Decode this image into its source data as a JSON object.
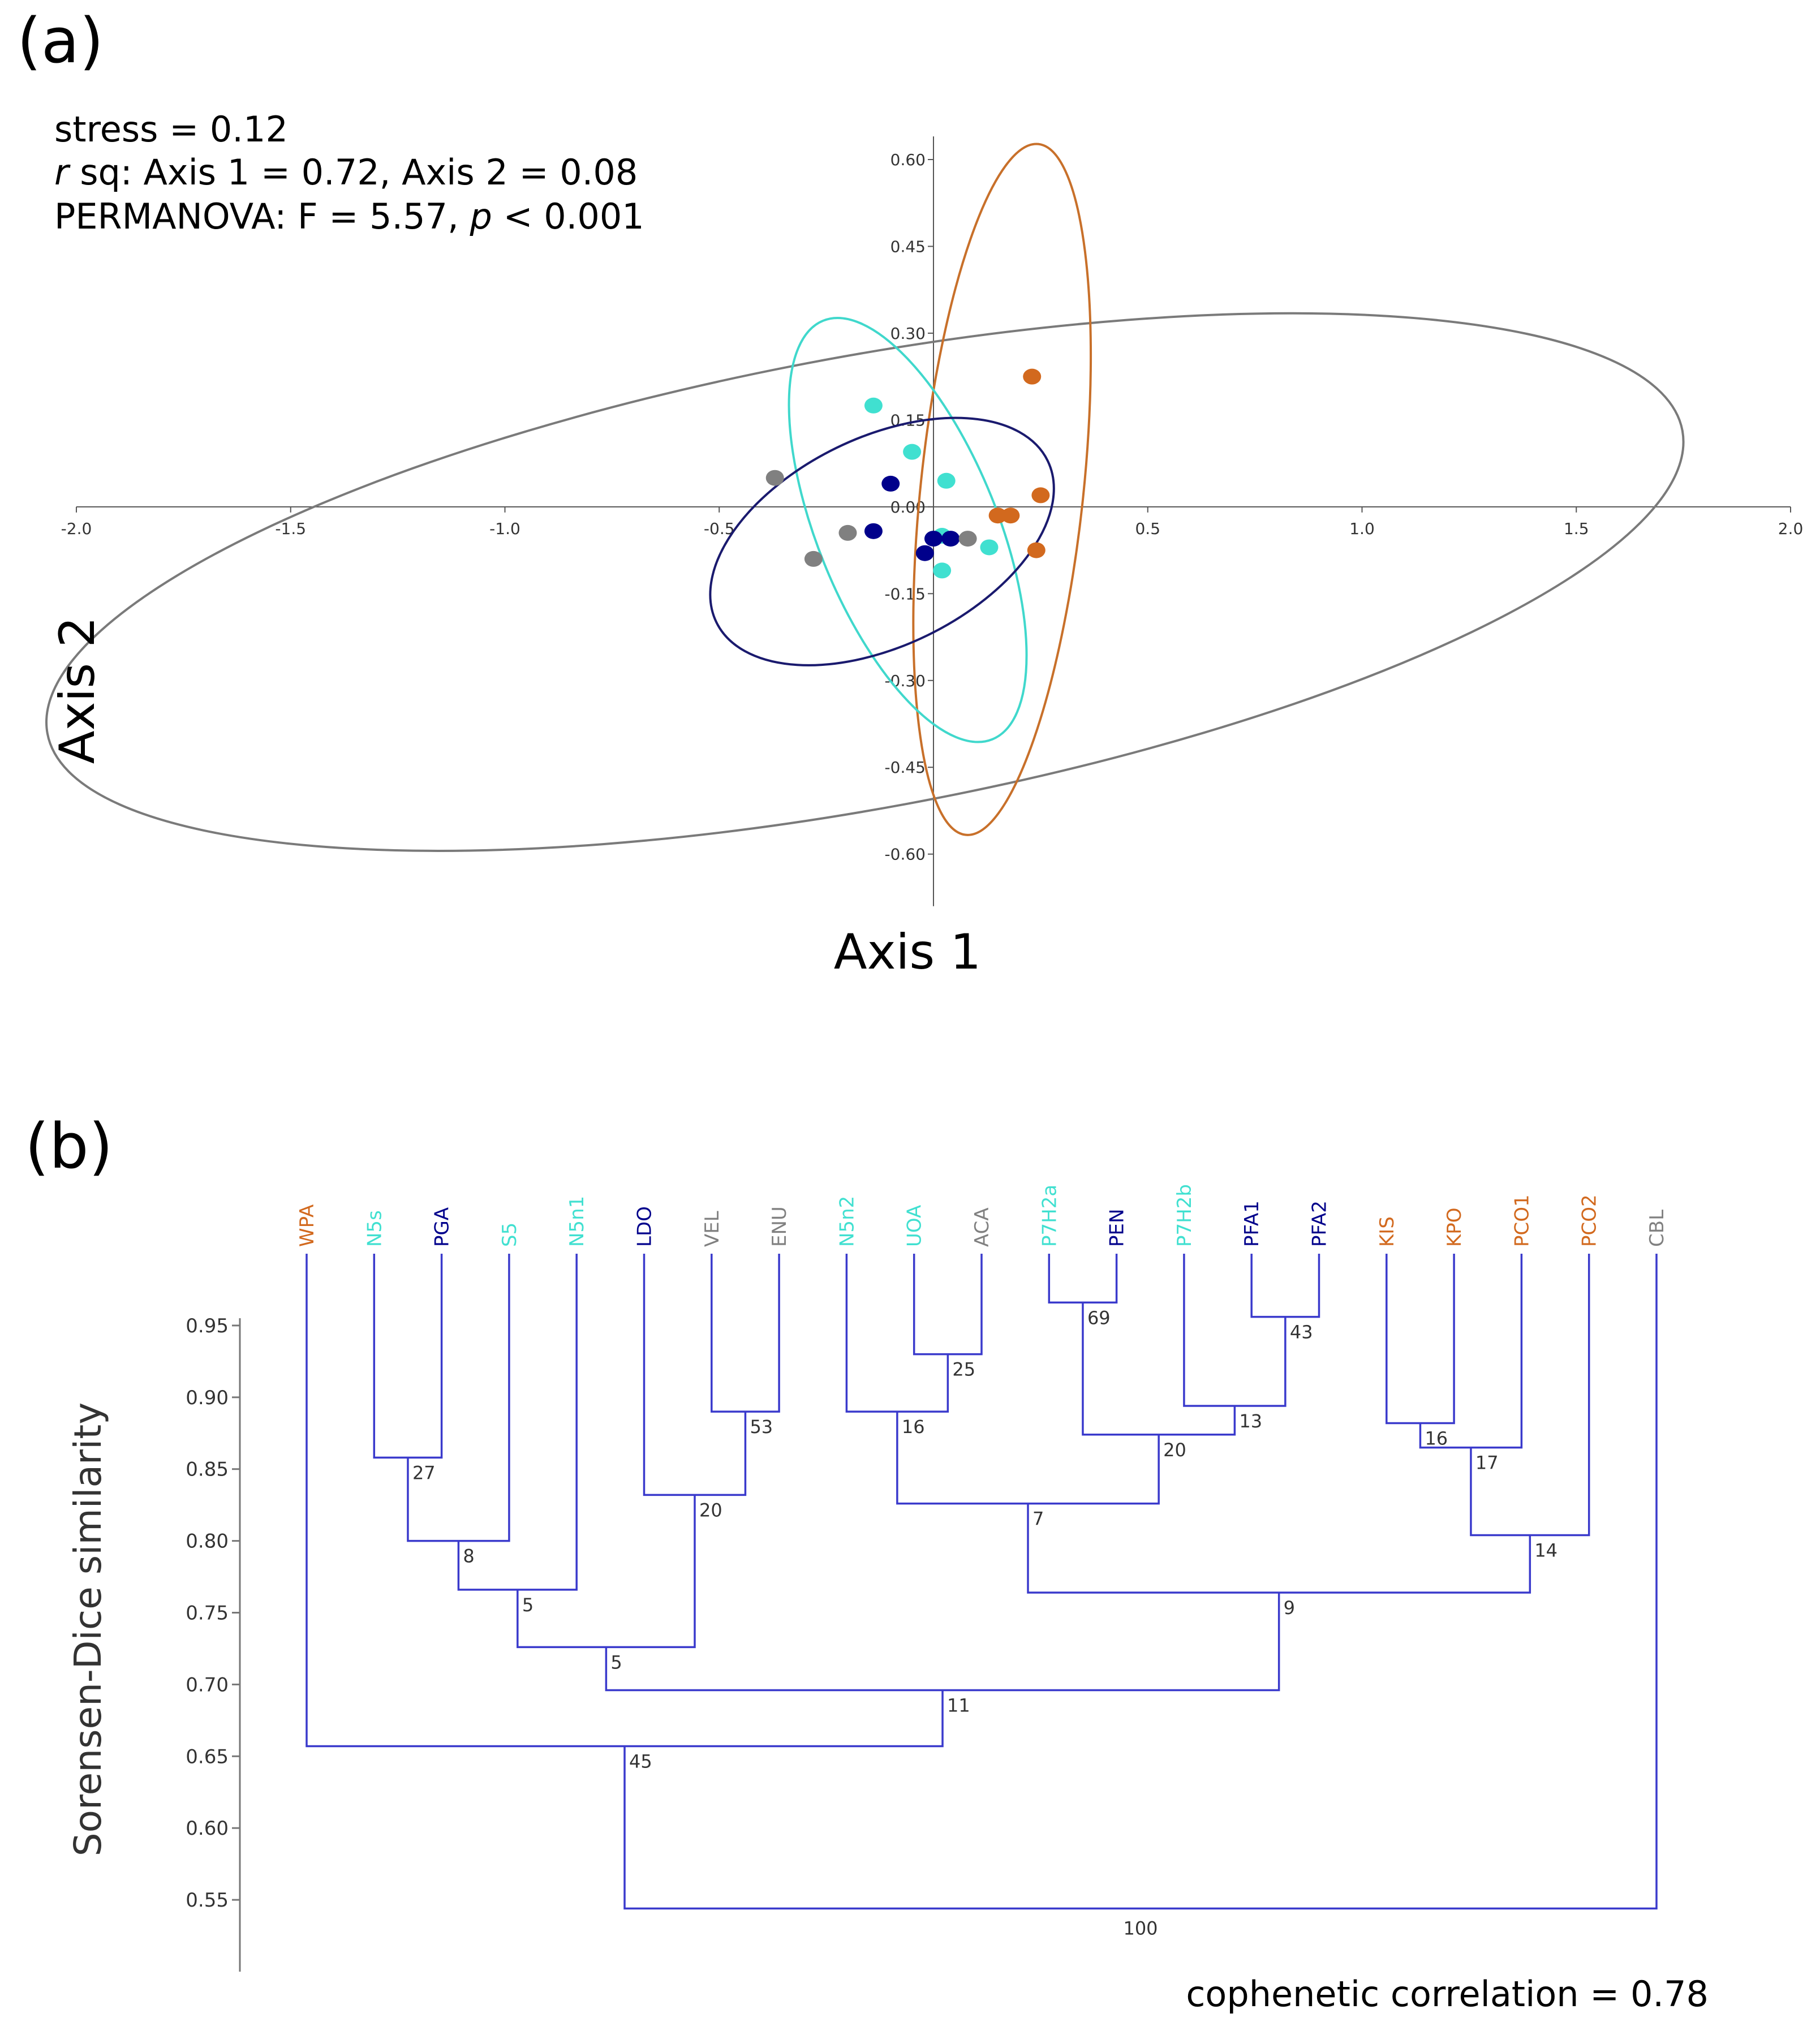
{
  "colors": {
    "orange": "#d2691e",
    "cyan": "#40e0d0",
    "navy": "#00008b",
    "gray": "#808080",
    "ellipse_orange": "#c8702a",
    "ellipse_cyan": "#40d8cc",
    "ellipse_navy": "#1a1a6e",
    "ellipse_gray": "#7a7a7a",
    "dendro_line": "#3a3acc"
  },
  "panel_a": {
    "label": "(a)",
    "stress": "stress = 0.12",
    "rsq_italic": "r",
    "rsq_rest": " sq: Axis 1 = 0.72, Axis 2 = 0.08",
    "perm_1": "PERMANOVA: F = 5.57, ",
    "perm_p": "p",
    "perm_2": " < 0.001",
    "chart_data": {
      "type": "scatter",
      "xlabel": "Axis 1",
      "ylabel": "Axis 2",
      "xlim": [
        -2.0,
        2.0
      ],
      "ylim": [
        -0.7,
        0.6
      ],
      "xticks": [
        "-2.0",
        "-1.5",
        "-1.0",
        "-0.5",
        "0.5",
        "1.0",
        "1.5",
        "2.0"
      ],
      "yticks": [
        "0.60",
        "0.45",
        "0.30",
        "0.15",
        "0.00",
        "-0.15",
        "-0.30",
        "-0.45",
        "-0.60"
      ],
      "series": [
        {
          "color": "orange",
          "points": [
            [
              0.23,
              0.225
            ],
            [
              0.25,
              0.02
            ],
            [
              0.15,
              -0.015
            ],
            [
              0.18,
              -0.015
            ],
            [
              0.24,
              -0.075
            ]
          ]
        },
        {
          "color": "cyan",
          "points": [
            [
              -0.14,
              0.175
            ],
            [
              -0.05,
              0.095
            ],
            [
              0.03,
              0.045
            ],
            [
              0.02,
              -0.05
            ],
            [
              0.13,
              -0.07
            ],
            [
              0.02,
              -0.11
            ]
          ]
        },
        {
          "color": "navy",
          "points": [
            [
              -0.1,
              0.04
            ],
            [
              -0.14,
              -0.042
            ],
            [
              0.0,
              -0.055
            ],
            [
              0.04,
              -0.055
            ],
            [
              -0.02,
              -0.08
            ]
          ]
        },
        {
          "color": "gray",
          "points": [
            [
              -0.37,
              0.05
            ],
            [
              -0.2,
              -0.045
            ],
            [
              -0.28,
              -0.09
            ],
            [
              0.08,
              -0.055
            ]
          ]
        }
      ],
      "ellipses": [
        {
          "color": "ellipse_gray",
          "cx": -0.16,
          "cy": -0.13,
          "rx": 1.94,
          "ry": 0.39,
          "rot_deg": -10.5
        },
        {
          "color": "ellipse_orange",
          "cx": 0.16,
          "cy": 0.03,
          "rx": 0.19,
          "ry": 0.6,
          "rot_deg": 6
        },
        {
          "color": "ellipse_cyan",
          "cx": -0.06,
          "cy": -0.04,
          "rx": 0.21,
          "ry": 0.39,
          "rot_deg": -22
        },
        {
          "color": "ellipse_navy",
          "cx": -0.12,
          "cy": -0.06,
          "rx": 0.43,
          "ry": 0.18,
          "rot_deg": -26
        }
      ]
    }
  },
  "panel_b": {
    "label": "(b)",
    "ylabel": "Sorensen-Dice similarity",
    "cophenetic": "cophenetic correlation = 0.78",
    "chart_data": {
      "type": "dendrogram",
      "ylim": [
        0.5,
        1.0
      ],
      "yticks": [
        "0.95",
        "0.90",
        "0.85",
        "0.80",
        "0.75",
        "0.70",
        "0.65",
        "0.60",
        "0.55"
      ],
      "leaves": [
        {
          "name": "WPA",
          "color": "orange"
        },
        {
          "name": "N5s",
          "color": "cyan"
        },
        {
          "name": "PGA",
          "color": "navy"
        },
        {
          "name": "S5",
          "color": "cyan"
        },
        {
          "name": "N5n1",
          "color": "cyan"
        },
        {
          "name": "LDO",
          "color": "navy"
        },
        {
          "name": "VEL",
          "color": "gray"
        },
        {
          "name": "ENU",
          "color": "gray"
        },
        {
          "name": "N5n2",
          "color": "cyan"
        },
        {
          "name": "UOA",
          "color": "cyan"
        },
        {
          "name": "ACA",
          "color": "gray"
        },
        {
          "name": "P7H2a",
          "color": "cyan"
        },
        {
          "name": "PEN",
          "color": "navy"
        },
        {
          "name": "P7H2b",
          "color": "cyan"
        },
        {
          "name": "PFA1",
          "color": "navy"
        },
        {
          "name": "PFA2",
          "color": "navy"
        },
        {
          "name": "KIS",
          "color": "orange"
        },
        {
          "name": "KPO",
          "color": "orange"
        },
        {
          "name": "PCO1",
          "color": "orange"
        },
        {
          "name": "PCO2",
          "color": "orange"
        },
        {
          "name": "CBL",
          "color": "gray"
        }
      ],
      "merges": [
        {
          "a": "L1",
          "b": "L2",
          "h": 0.858,
          "label": "27"
        },
        {
          "a": "M0",
          "b": "L3",
          "h": 0.8,
          "label": "8"
        },
        {
          "a": "M1",
          "b": "L4",
          "h": 0.766,
          "label": "5"
        },
        {
          "a": "L6",
          "b": "L7",
          "h": 0.89,
          "label": "53"
        },
        {
          "a": "L5",
          "b": "M3",
          "h": 0.832,
          "label": "20"
        },
        {
          "a": "M2",
          "b": "M4",
          "h": 0.726,
          "label": "5"
        },
        {
          "a": "L9",
          "b": "L10",
          "h": 0.93,
          "label": "25"
        },
        {
          "a": "L8",
          "b": "M6",
          "h": 0.89,
          "label": "16"
        },
        {
          "a": "L11",
          "b": "L12",
          "h": 0.966,
          "label": "69"
        },
        {
          "a": "L14",
          "b": "L15",
          "h": 0.956,
          "label": "43"
        },
        {
          "a": "L13",
          "b": "M9",
          "h": 0.894,
          "label": "13"
        },
        {
          "a": "M8",
          "b": "M10",
          "h": 0.874,
          "label": "20"
        },
        {
          "a": "M7",
          "b": "M11",
          "h": 0.826,
          "label": "7"
        },
        {
          "a": "L16",
          "b": "L17",
          "h": 0.882,
          "label": "16"
        },
        {
          "a": "M13",
          "b": "L18",
          "h": 0.865,
          "label": "17"
        },
        {
          "a": "M14",
          "b": "L19",
          "h": 0.804,
          "label": "14"
        },
        {
          "a": "M12",
          "b": "M15",
          "h": 0.764,
          "label": "9"
        },
        {
          "a": "M5",
          "b": "M16",
          "h": 0.696,
          "label": "11"
        },
        {
          "a": "L0",
          "b": "M17",
          "h": 0.657,
          "label": "45"
        },
        {
          "a": "M18",
          "b": "L20",
          "h": 0.544,
          "label": "100"
        }
      ]
    }
  }
}
